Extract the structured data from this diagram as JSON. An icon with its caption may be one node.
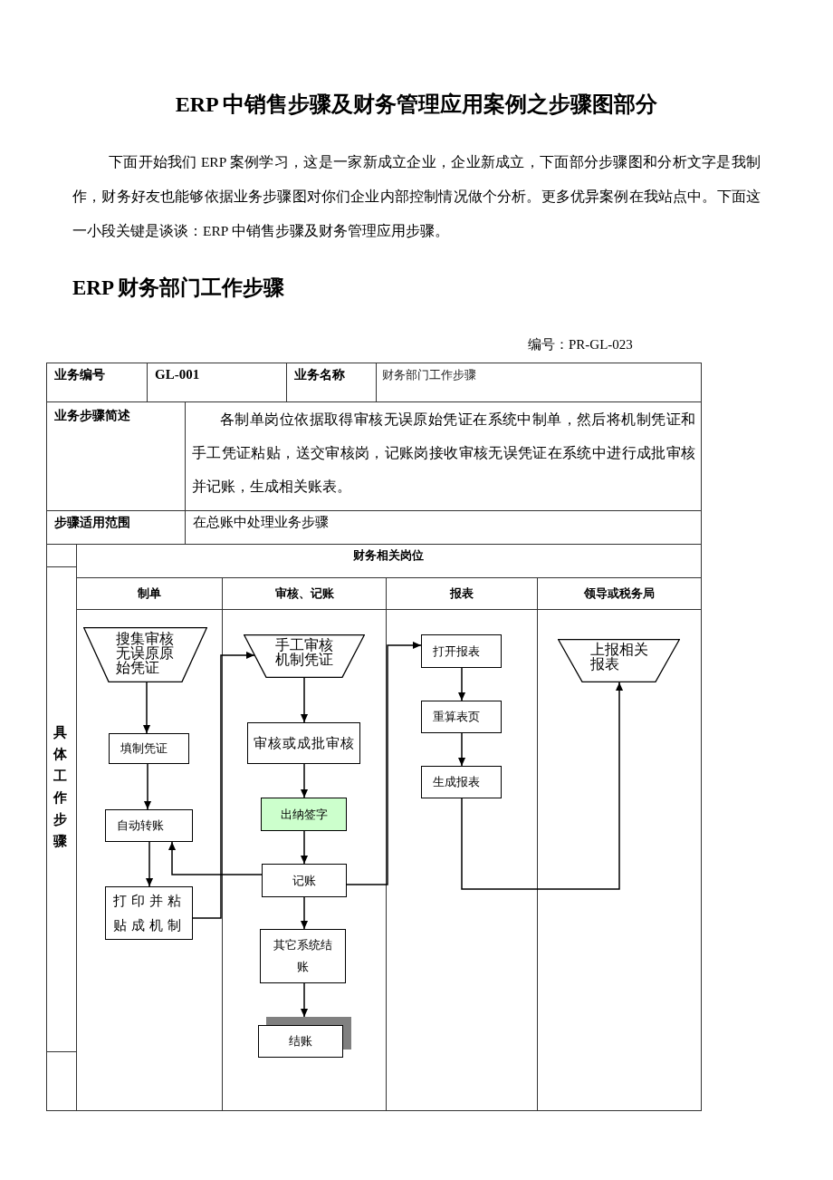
{
  "diagram": {
    "title": "ERP 中销售步骤及财务管理应用案例之步骤图部分",
    "nodes": [
      {
        "text": [
          "制单"
        ]
      },
      {
        "text": [
          "搜集审核无误原原始凭证"
        ],
        "in": 0
      },
      {
        "text": [
          "填制凭证"
        ],
        "in": 0
      },
      {
        "text": [
          "自动转账"
        ],
        "in": 0
      },
      {
        "text": [
          "打印并粘贴成机制"
        ],
        "in": 0
      },
      {
        "text": [
          "审核、记账"
        ]
      },
      {
        "text": [
          "手工审核机制凭证"
        ],
        "in": 5
      },
      {
        "text": [
          "审核或成批审核"
        ],
        "in": 5
      },
      {
        "text": [
          "出纳签字"
        ],
        "in": 5
      },
      {
        "text": [
          "记账"
        ],
        "in": 5
      },
      {
        "text": [
          "其它系统结账"
        ],
        "in": 5
      },
      {
        "text": [
          "结账"
        ],
        "in": 5
      },
      {
        "text": [
          "报表"
        ]
      },
      {
        "text": [
          "打开报表"
        ],
        "in": 12
      },
      {
        "text": [
          "重算表页"
        ],
        "in": 12
      },
      {
        "text": [
          "生成报表"
        ],
        "in": 12
      },
      {
        "text": [
          "领导或税务局"
        ]
      },
      {
        "text": [
          "上报相关报表"
        ],
        "in": 16
      }
    ],
    "edges": [
      {
        "from": 1,
        "to": 2,
        "arrow": "to"
      },
      {
        "from": 2,
        "to": 3,
        "arrow": "to"
      },
      {
        "from": 3,
        "to": 4,
        "arrow": "to"
      },
      {
        "from": 4,
        "to": 6,
        "arrow": "to"
      },
      {
        "from": 6,
        "to": 7,
        "arrow": "to"
      },
      {
        "from": 7,
        "to": 8,
        "arrow": "to"
      },
      {
        "from": 8,
        "to": 9,
        "arrow": "to"
      },
      {
        "from": 9,
        "to": 3,
        "arrow": "to"
      },
      {
        "from": 9,
        "to": 13,
        "arrow": "to"
      },
      {
        "from": 9,
        "to": 10,
        "arrow": "to"
      },
      {
        "from": 10,
        "to": 11,
        "arrow": "to"
      },
      {
        "from": 13,
        "to": 14,
        "arrow": "to"
      },
      {
        "from": 14,
        "to": 15,
        "arrow": "to"
      },
      {
        "from": 15,
        "to": 17,
        "arrow": "to"
      }
    ],
    "labels": [
      "下面开始我们 ERP 案例学习，这是一家新成立企业，企业新成立，下面部分步骤图和分析文字是我制作，财务好友也能够依据业务步骤图对你们企业内部控制情况做个分析。更多优异案例在我站点中。下面这一小段关键是谈谈：ERP 中销售步骤及财务管理应用步骤。",
      "ERP 财务部门工作步骤",
      "编号：PR-GL-023",
      "业务编号",
      "GL-001",
      "业务名称",
      "财务部门工作步骤",
      "业务步骤简述",
      "各制单岗位依据取得审核无误原始凭证在系统中制单，然后将机制凭证和手工凭证粘贴，送交审核岗，记账岗接收审核无误凭证在系统中进行成批审核并记账，生成相关账表。",
      "步骤适用范围",
      "在总账中处理业务步骤",
      "财务相关岗位",
      "具体工作步骤"
    ]
  }
}
